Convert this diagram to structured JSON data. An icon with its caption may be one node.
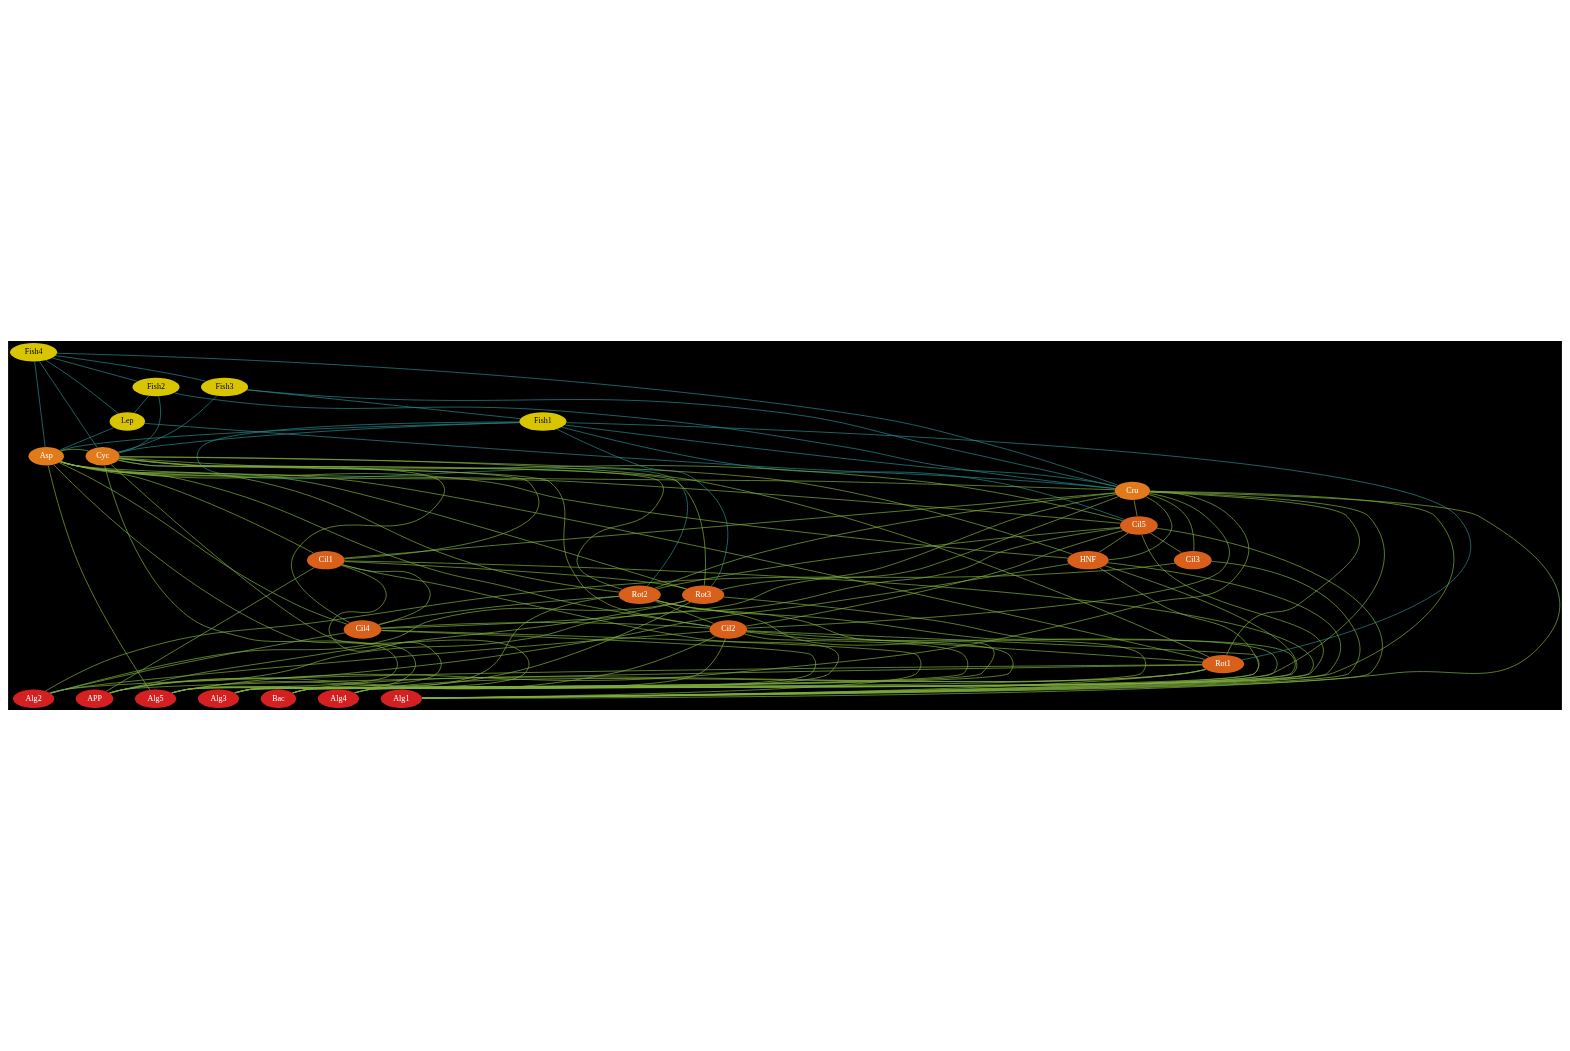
{
  "diagram": {
    "nodes": [
      {
        "text": [
          "Fish4"
        ]
      },
      {
        "text": [
          "Fish2"
        ]
      },
      {
        "text": [
          "Fish3"
        ]
      },
      {
        "text": [
          "Lep"
        ]
      },
      {
        "text": [
          "Fish1"
        ]
      },
      {
        "text": [
          "Asp"
        ]
      },
      {
        "text": [
          "Cyc"
        ]
      },
      {
        "text": [
          "Cru"
        ]
      },
      {
        "text": [
          "Cil5"
        ]
      },
      {
        "text": [
          "Rot2"
        ]
      },
      {
        "text": [
          "Rot3"
        ]
      },
      {
        "text": [
          "Cil4"
        ]
      },
      {
        "text": [
          "Cil2"
        ]
      },
      {
        "text": [
          "Rot1"
        ]
      },
      {
        "text": [
          "Cil1"
        ]
      },
      {
        "text": [
          "HNF"
        ]
      },
      {
        "text": [
          "Cil3"
        ]
      },
      {
        "text": [
          "Alg2"
        ]
      },
      {
        "text": [
          "APP"
        ]
      },
      {
        "text": [
          "Alg5"
        ]
      },
      {
        "text": [
          "Alg3"
        ]
      },
      {
        "text": [
          "Bac"
        ]
      },
      {
        "text": [
          "Alg4"
        ]
      },
      {
        "text": [
          "Alg1"
        ]
      }
    ],
    "edges": [
      {
        "from": 0,
        "to": 1,
        "arrow": "none",
        "color": "#2a8a8a"
      },
      {
        "from": 0,
        "to": 2,
        "arrow": "none",
        "color": "#2a8a8a"
      },
      {
        "from": 0,
        "to": 3,
        "arrow": "none",
        "color": "#2a8a8a"
      },
      {
        "from": 0,
        "to": 6,
        "arrow": "none",
        "color": "#2a8a8a"
      },
      {
        "from": 0,
        "to": 7,
        "arrow": "none",
        "color": "#2a8a8a"
      },
      {
        "from": 0,
        "to": 5,
        "arrow": "none",
        "color": "#2a8a8a"
      },
      {
        "from": 1,
        "to": 3,
        "arrow": "none",
        "color": "#2a8a8a"
      },
      {
        "from": 1,
        "to": 6,
        "arrow": "none",
        "color": "#2a8a8a"
      },
      {
        "from": 1,
        "to": 7,
        "arrow": "none",
        "color": "#2a8a8a"
      },
      {
        "from": 2,
        "to": 4,
        "arrow": "none",
        "color": "#2a8a8a"
      },
      {
        "from": 2,
        "to": 6,
        "arrow": "none",
        "color": "#2a8a8a"
      },
      {
        "from": 2,
        "to": 7,
        "arrow": "none",
        "color": "#2a8a8a"
      },
      {
        "from": 3,
        "to": 5,
        "arrow": "none",
        "color": "#2a8a8a"
      },
      {
        "from": 3,
        "to": 7,
        "arrow": "none",
        "color": "#2a8a8a"
      },
      {
        "from": 4,
        "to": 5,
        "arrow": "none",
        "color": "#2a8a8a"
      },
      {
        "from": 4,
        "to": 6,
        "arrow": "none",
        "color": "#2a8a8a"
      },
      {
        "from": 4,
        "to": 7,
        "arrow": "none",
        "color": "#2a8a8a"
      },
      {
        "from": 4,
        "to": 9,
        "arrow": "none",
        "color": "#2a8a8a"
      },
      {
        "from": 4,
        "to": 13,
        "arrow": "none",
        "color": "#2a8a8a"
      },
      {
        "from": 4,
        "to": 8,
        "arrow": "none",
        "color": "#2a8a8a"
      },
      {
        "from": 4,
        "to": 10,
        "arrow": "none",
        "color": "#2a8a8a"
      },
      {
        "from": 5,
        "to": 6,
        "arrow": "none"
      },
      {
        "from": 5,
        "to": 7,
        "arrow": "none"
      },
      {
        "from": 5,
        "to": 12,
        "arrow": "none"
      },
      {
        "from": 5,
        "to": 14,
        "arrow": "none"
      },
      {
        "from": 5,
        "to": 9,
        "arrow": "none"
      },
      {
        "from": 5,
        "to": 15,
        "arrow": "none"
      },
      {
        "from": 5,
        "to": 13,
        "arrow": "none"
      },
      {
        "from": 5,
        "to": 11,
        "arrow": "none"
      },
      {
        "from": 5,
        "to": 8,
        "arrow": "none"
      },
      {
        "from": 5,
        "to": 10,
        "arrow": "none"
      },
      {
        "from": 5,
        "to": 19,
        "arrow": "none"
      },
      {
        "from": 5,
        "to": 20,
        "arrow": "none"
      },
      {
        "from": 6,
        "to": 12,
        "arrow": "none"
      },
      {
        "from": 6,
        "to": 14,
        "arrow": "none"
      },
      {
        "from": 6,
        "to": 9,
        "arrow": "none"
      },
      {
        "from": 6,
        "to": 15,
        "arrow": "none"
      },
      {
        "from": 6,
        "to": 19,
        "arrow": "none"
      },
      {
        "from": 6,
        "to": 13,
        "arrow": "none"
      },
      {
        "from": 6,
        "to": 11,
        "arrow": "none"
      },
      {
        "from": 6,
        "to": 8,
        "arrow": "none"
      },
      {
        "from": 6,
        "to": 20,
        "arrow": "none"
      },
      {
        "from": 6,
        "to": 10,
        "arrow": "none"
      },
      {
        "from": 7,
        "to": 12,
        "arrow": "none"
      },
      {
        "from": 7,
        "to": 9,
        "arrow": "none"
      },
      {
        "from": 7,
        "to": 14,
        "arrow": "none"
      },
      {
        "from": 7,
        "to": 15,
        "arrow": "none"
      },
      {
        "from": 7,
        "to": 13,
        "arrow": "none"
      },
      {
        "from": 7,
        "to": 10,
        "arrow": "none"
      },
      {
        "from": 7,
        "to": 11,
        "arrow": "none"
      },
      {
        "from": 7,
        "to": 8,
        "arrow": "none"
      },
      {
        "from": 7,
        "to": 16,
        "arrow": "none"
      },
      {
        "from": 7,
        "to": 19,
        "arrow": "none"
      },
      {
        "from": 7,
        "to": 21,
        "arrow": "none"
      },
      {
        "from": 7,
        "to": 23,
        "arrow": "none"
      },
      {
        "from": 7,
        "to": 22,
        "arrow": "none"
      },
      {
        "from": 12,
        "to": 13,
        "arrow": "none"
      },
      {
        "from": 12,
        "to": 11,
        "arrow": "none"
      },
      {
        "from": 12,
        "to": 8,
        "arrow": "none"
      },
      {
        "from": 12,
        "to": 17,
        "arrow": "none"
      },
      {
        "from": 12,
        "to": 18,
        "arrow": "none"
      },
      {
        "from": 12,
        "to": 20,
        "arrow": "none"
      },
      {
        "from": 12,
        "to": 21,
        "arrow": "none"
      },
      {
        "from": 12,
        "to": 23,
        "arrow": "none"
      },
      {
        "from": 12,
        "to": 19,
        "arrow": "none"
      },
      {
        "from": 9,
        "to": 12,
        "arrow": "none"
      },
      {
        "from": 9,
        "to": 19,
        "arrow": "none"
      },
      {
        "from": 9,
        "to": 20,
        "arrow": "none"
      },
      {
        "from": 9,
        "to": 21,
        "arrow": "none"
      },
      {
        "from": 9,
        "to": 23,
        "arrow": "none"
      },
      {
        "from": 9,
        "to": 8,
        "arrow": "none"
      },
      {
        "from": 9,
        "to": 11,
        "arrow": "none"
      },
      {
        "from": 14,
        "to": 18,
        "arrow": "none"
      },
      {
        "from": 14,
        "to": 19,
        "arrow": "none"
      },
      {
        "from": 14,
        "to": 20,
        "arrow": "none"
      },
      {
        "from": 14,
        "to": 23,
        "arrow": "none"
      },
      {
        "from": 14,
        "to": 11,
        "arrow": "none"
      },
      {
        "from": 14,
        "to": 10,
        "arrow": "none"
      },
      {
        "from": 15,
        "to": 18,
        "arrow": "none"
      },
      {
        "from": 15,
        "to": 21,
        "arrow": "none"
      },
      {
        "from": 15,
        "to": 23,
        "arrow": "none"
      },
      {
        "from": 15,
        "to": 22,
        "arrow": "none"
      },
      {
        "from": 15,
        "to": 8,
        "arrow": "none"
      },
      {
        "from": 13,
        "to": 17,
        "arrow": "none"
      },
      {
        "from": 13,
        "to": 18,
        "arrow": "none"
      },
      {
        "from": 13,
        "to": 22,
        "arrow": "none"
      },
      {
        "from": 13,
        "to": 23,
        "arrow": "none"
      },
      {
        "from": 13,
        "to": 21,
        "arrow": "none"
      },
      {
        "from": 10,
        "to": 17,
        "arrow": "none"
      },
      {
        "from": 10,
        "to": 18,
        "arrow": "none"
      },
      {
        "from": 10,
        "to": 19,
        "arrow": "none"
      },
      {
        "from": 10,
        "to": 23,
        "arrow": "none"
      },
      {
        "from": 11,
        "to": 17,
        "arrow": "none"
      },
      {
        "from": 11,
        "to": 23,
        "arrow": "none"
      },
      {
        "from": 11,
        "to": 20,
        "arrow": "none"
      },
      {
        "from": 8,
        "to": 22,
        "arrow": "none"
      },
      {
        "from": 8,
        "to": 23,
        "arrow": "none"
      },
      {
        "from": 8,
        "to": 16,
        "arrow": "none"
      },
      {
        "from": 8,
        "to": 18,
        "arrow": "none"
      },
      {
        "from": 16,
        "to": 23,
        "arrow": "none"
      },
      {
        "from": 16,
        "to": 17,
        "arrow": "none"
      }
    ]
  }
}
